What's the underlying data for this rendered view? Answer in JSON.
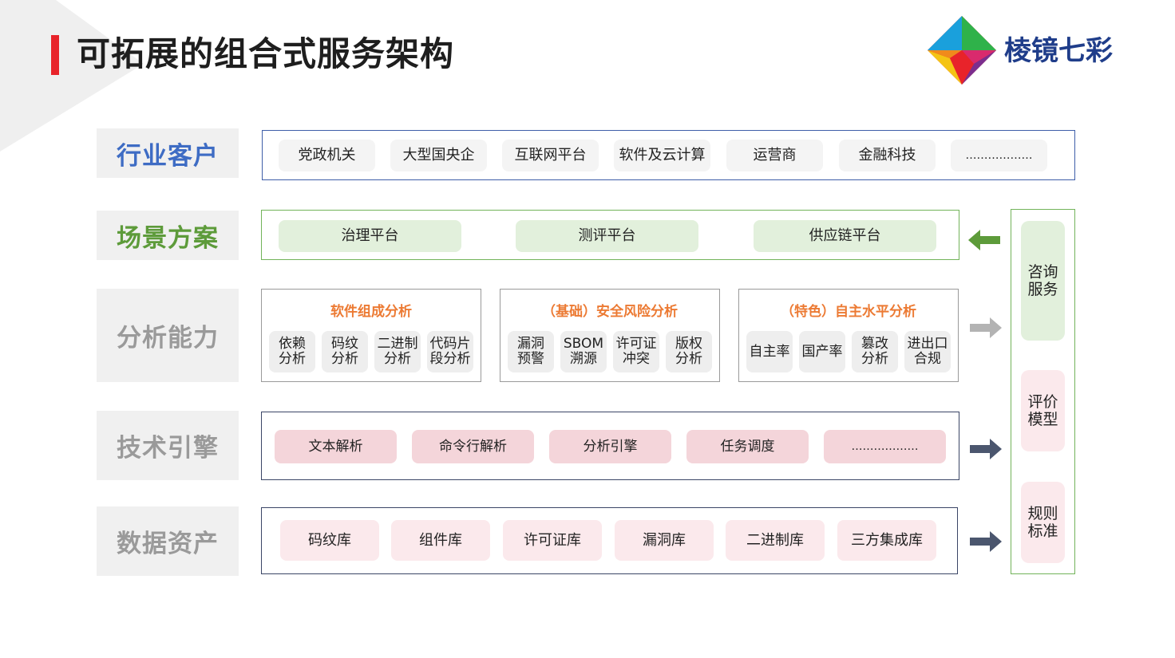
{
  "title": "可拓展的组合式服务架构",
  "logo": {
    "text": "棱镜七彩"
  },
  "colors": {
    "accent_red": "#e8232a",
    "customer_blue": "#3e6cc4",
    "scene_green": "#5d9b3a",
    "muted_grey": "#9a9a9a",
    "capability_orange": "#ec7a33",
    "logo_navy": "#1f3d8a"
  },
  "rows": {
    "customers": {
      "label": "行业客户",
      "items": [
        "党政机关",
        "大型国央企",
        "互联网平台",
        "软件及云计算",
        "运营商",
        "金融科技",
        "………………"
      ]
    },
    "scenarios": {
      "label": "场景方案",
      "items": [
        "治理平台",
        "测评平台",
        "供应链平台"
      ]
    },
    "capabilities": {
      "label": "分析能力",
      "groups": [
        {
          "title": "软件组成分析",
          "items": [
            [
              "依赖",
              "分析"
            ],
            [
              "码纹",
              "分析"
            ],
            [
              "二进制",
              "分析"
            ],
            [
              "代码片",
              "段分析"
            ]
          ]
        },
        {
          "title": "（基础）安全风险分析",
          "items": [
            [
              "漏洞",
              "预警"
            ],
            [
              "SBOM",
              "溯源"
            ],
            [
              "许可证",
              "冲突"
            ],
            [
              "版权",
              "分析"
            ]
          ]
        },
        {
          "title": "（特色）自主水平分析",
          "items": [
            [
              "自主率",
              ""
            ],
            [
              "国产率",
              ""
            ],
            [
              "篡改",
              "分析"
            ],
            [
              "进出口",
              "合规"
            ]
          ]
        }
      ]
    },
    "engines": {
      "label": "技术引擎",
      "items": [
        "文本解析",
        "命令行解析",
        "分析引擎",
        "任务调度",
        "………………"
      ]
    },
    "data_assets": {
      "label": "数据资产",
      "items": [
        "码纹库",
        "组件库",
        "许可证库",
        "漏洞库",
        "二进制库",
        "三方集成库"
      ]
    }
  },
  "side": {
    "items": [
      [
        "咨询",
        "服务"
      ],
      [
        "评价",
        "模型"
      ],
      [
        "规则",
        "标准"
      ]
    ]
  },
  "icons": [
    "arrow-left-icon",
    "arrow-right-icon",
    "logo-prism-icon"
  ]
}
